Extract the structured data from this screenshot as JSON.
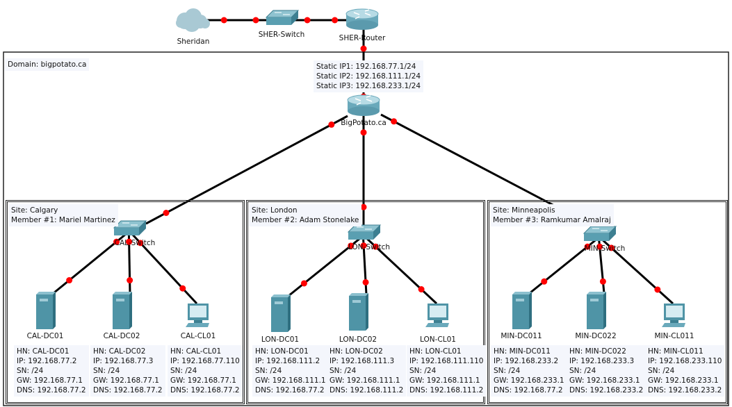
{
  "top": {
    "cloud": "Sheridan",
    "switch": "SHER-Switch",
    "router": "SHER-Router"
  },
  "domain": {
    "label": "Domain: bigpotato.ca",
    "static_ips": [
      "Static IP1: 192.168.77.1/24",
      "Static IP2: 192.168.111.1/24",
      "Static IP3: 192.168.233.1/24"
    ],
    "core_router": "BigPotato.ca"
  },
  "sites": [
    {
      "site": "Site: Calgary",
      "member": "Member #1: Mariel Martinez",
      "switch": "CAL-Switch",
      "devices": [
        {
          "name": "CAL-DC01",
          "type": "server",
          "info": [
            "HN: CAL-DC01",
            "IP: 192.168.77.2",
            "SN: /24",
            "GW: 192.168.77.1",
            "DNS: 192.168.77.2"
          ]
        },
        {
          "name": "CAL-DC02",
          "type": "server",
          "info": [
            "HN: CAL-DC02",
            "IP: 192.168.77.3",
            "SN: /24",
            "GW: 192.168.77.1",
            "DNS: 192.168.77.2"
          ]
        },
        {
          "name": "CAL-CL01",
          "type": "pc",
          "info": [
            "HN: CAL-CL01",
            "IP: 192.168.77.110",
            "SN: /24",
            "GW: 192.168.77.1",
            "DNS: 192.168.77.2"
          ]
        }
      ]
    },
    {
      "site": "Site: London",
      "member": "Member #2: Adam Stonelake",
      "switch": "LON-Switch",
      "devices": [
        {
          "name": "LON-DC01",
          "type": "server",
          "info": [
            "HN: LON-DC01",
            "IP: 192.168.111.2",
            "SN: /24",
            "GW: 192.168.111.1",
            "DNS: 192.168.77.2"
          ]
        },
        {
          "name": "LON-DC02",
          "type": "server",
          "info": [
            "HN: LON-DC02",
            "IP: 192.168.111.3",
            "SN: /24",
            "GW: 192.168.111.1",
            "DNS: 192.168.111.2"
          ]
        },
        {
          "name": "LON-CL01",
          "type": "pc",
          "info": [
            "HN: LON-CL01",
            "IP: 192.168.111.110",
            "SN: /24",
            "GW: 192.168.111.1",
            "DNS: 192.168.111.2"
          ]
        }
      ]
    },
    {
      "site": "Site: Minneapolis",
      "member": "Member #3: Ramkumar Amalraj",
      "switch": "MIN-Switch",
      "devices": [
        {
          "name": "MIN-DC011",
          "type": "server",
          "info": [
            "HN: MIN-DC011",
            "IP: 192.168.233.2",
            "SN: /24",
            "GW: 192.168.233.1",
            "DNS: 192.168.77.2"
          ]
        },
        {
          "name": "MIN-DC022",
          "type": "server",
          "info": [
            "HN: MIN-DC022",
            "IP:  192.168.233.3",
            "SN: /24",
            "GW: 192.168.233.1",
            "DNS: 192.168.233.2"
          ]
        },
        {
          "name": "MIN-CL011",
          "type": "pc",
          "info": [
            "HN: MIN-CL011",
            "IP:  192.168.233.110",
            "SN: /24",
            "GW: 192.168.233.1",
            "DNS: 192.168.233.2"
          ]
        }
      ]
    }
  ],
  "colors": {
    "link": "#000000",
    "link_dot": "#ff0000",
    "device": "#4f94a6",
    "note_bg": "#f4f6fc"
  }
}
